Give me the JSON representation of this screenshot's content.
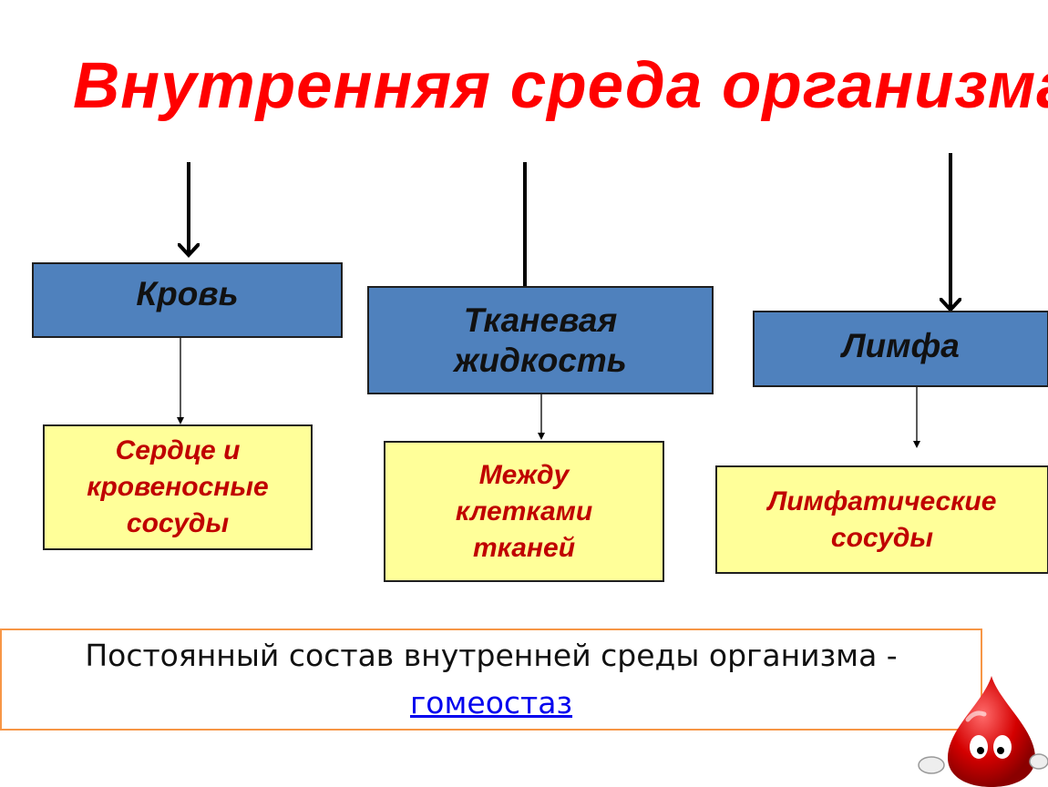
{
  "title": "Внутренняя среда организма",
  "boxes": [
    {
      "label": "Кровь",
      "location": "Сердце и\nкровеносные\nсосуды"
    },
    {
      "label": "Тканевая\nжидкость",
      "location": "Между\nклетками\nтканей"
    },
    {
      "label": "Лимфа",
      "location": "Лимфатические\nсосуды"
    }
  ],
  "footer": {
    "text": "Постоянный состав внутренней среды организма -",
    "link": "гомеостаз"
  },
  "colors": {
    "title": "#ff0000",
    "box_fill": "#4f81bd",
    "location_fill": "#ffff99",
    "location_text": "#c00000",
    "footer_border": "#f79646"
  }
}
